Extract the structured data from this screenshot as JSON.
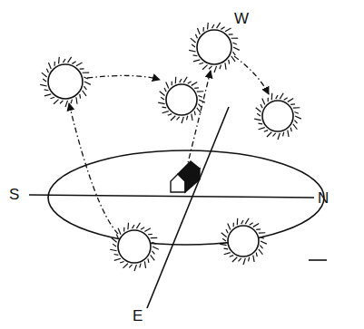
{
  "diagram": {
    "labels": [
      "W",
      "S",
      "N",
      "E"
    ]
  }
}
